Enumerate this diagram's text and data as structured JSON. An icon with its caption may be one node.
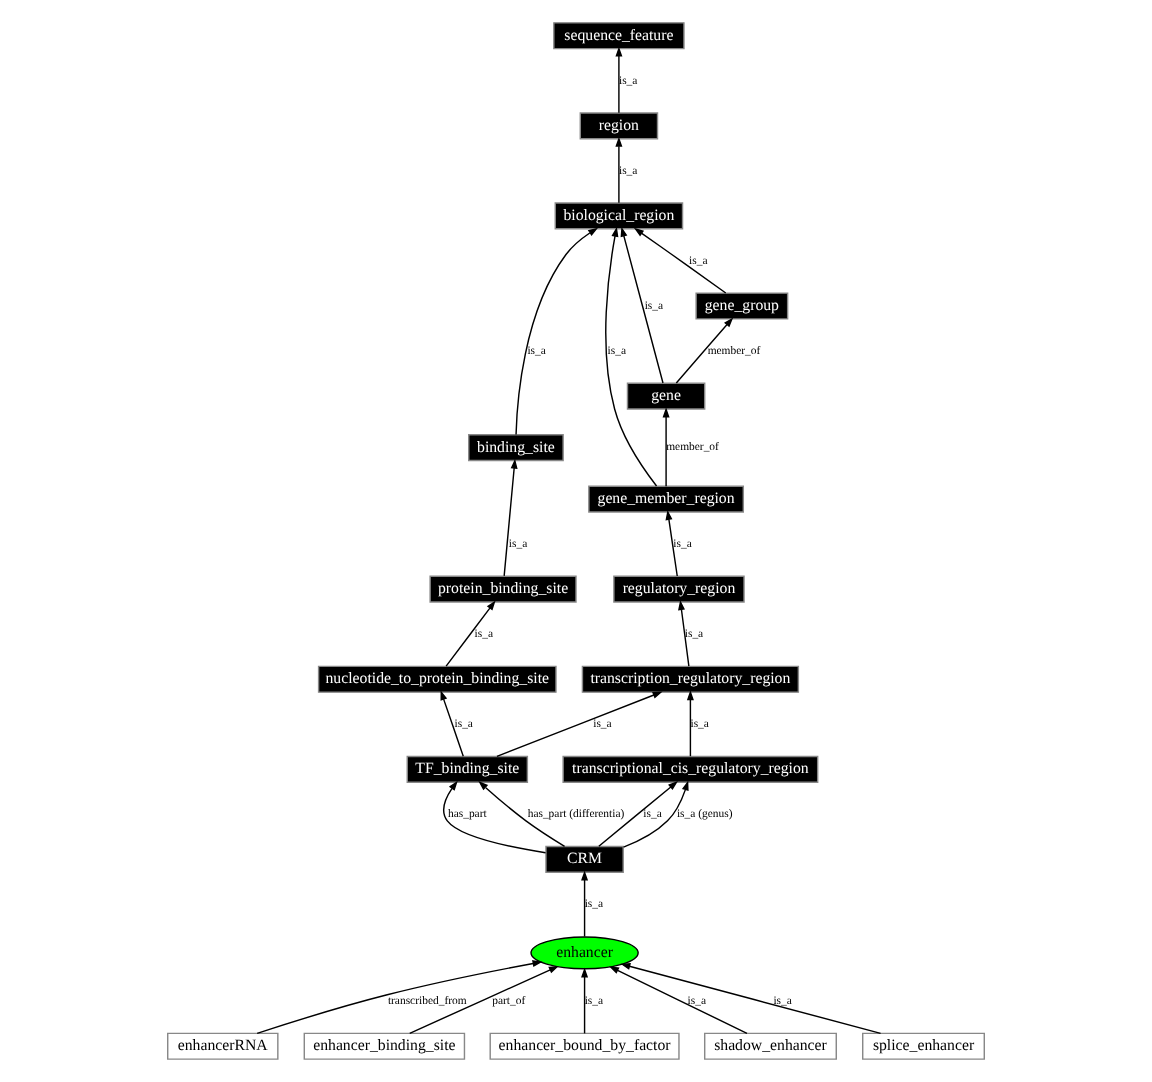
{
  "diagram": {
    "nodes": [
      {
        "text": [
          "sequence_feature"
        ]
      },
      {
        "text": [
          "region"
        ]
      },
      {
        "text": [
          "biological_region"
        ]
      },
      {
        "text": [
          "gene_group"
        ]
      },
      {
        "text": [
          "binding_site"
        ]
      },
      {
        "text": [
          "gene"
        ]
      },
      {
        "text": [
          "protein_binding_site"
        ]
      },
      {
        "text": [
          "gene_member_region"
        ]
      },
      {
        "text": [
          "nucleotide_to_protein_binding_site"
        ]
      },
      {
        "text": [
          "regulatory_region"
        ]
      },
      {
        "text": [
          "transcription_regulatory_region"
        ]
      },
      {
        "text": [
          "TF_binding_site"
        ]
      },
      {
        "text": [
          "transcriptional_cis_regulatory_region"
        ]
      },
      {
        "text": [
          "CRM"
        ]
      },
      {
        "text": [
          "enhancer"
        ]
      },
      {
        "text": [
          "enhancerRNA"
        ]
      },
      {
        "text": [
          "enhancer_binding_site"
        ]
      },
      {
        "text": [
          "enhancer_bound_by_factor"
        ]
      },
      {
        "text": [
          "shadow_enhancer"
        ]
      },
      {
        "text": [
          "splice_enhancer"
        ]
      }
    ],
    "edges": [
      {
        "from": 1,
        "to": 0,
        "arrow": "to",
        "label": "is_a"
      },
      {
        "from": 2,
        "to": 1,
        "arrow": "to",
        "label": "is_a"
      },
      {
        "from": 4,
        "to": 2,
        "arrow": "to",
        "label": "is_a"
      },
      {
        "from": 5,
        "to": 2,
        "arrow": "to",
        "label": "is_a"
      },
      {
        "from": 3,
        "to": 2,
        "arrow": "to",
        "label": "is_a"
      },
      {
        "from": 7,
        "to": 2,
        "arrow": "to",
        "label": "is_a"
      },
      {
        "from": 5,
        "to": 3,
        "arrow": "to",
        "label": "member_of"
      },
      {
        "from": 7,
        "to": 5,
        "arrow": "to",
        "label": "member_of"
      },
      {
        "from": 6,
        "to": 4,
        "arrow": "to",
        "label": "is_a"
      },
      {
        "from": 8,
        "to": 6,
        "arrow": "to",
        "label": "is_a"
      },
      {
        "from": 11,
        "to": 8,
        "arrow": "to",
        "label": "is_a"
      },
      {
        "from": 9,
        "to": 7,
        "arrow": "to",
        "label": "is_a"
      },
      {
        "from": 10,
        "to": 9,
        "arrow": "to",
        "label": "is_a"
      },
      {
        "from": 11,
        "to": 10,
        "arrow": "to",
        "label": "is_a"
      },
      {
        "from": 12,
        "to": 10,
        "arrow": "to",
        "label": "is_a"
      },
      {
        "from": 13,
        "to": 11,
        "arrow": "to",
        "label": "has_part"
      },
      {
        "from": 13,
        "to": 11,
        "arrow": "to",
        "label": "has_part (differentia)"
      },
      {
        "from": 13,
        "to": 12,
        "arrow": "to",
        "label": "is_a"
      },
      {
        "from": 13,
        "to": 12,
        "arrow": "to",
        "label": "is_a (genus)"
      },
      {
        "from": 14,
        "to": 13,
        "arrow": "to",
        "label": "is_a"
      },
      {
        "from": 15,
        "to": 14,
        "arrow": "to",
        "label": "transcribed_from"
      },
      {
        "from": 16,
        "to": 14,
        "arrow": "to",
        "label": "part_of"
      },
      {
        "from": 17,
        "to": 14,
        "arrow": "to",
        "label": "is_a"
      },
      {
        "from": 18,
        "to": 14,
        "arrow": "to",
        "label": "is_a"
      },
      {
        "from": 19,
        "to": 14,
        "arrow": "to",
        "label": "is_a"
      }
    ]
  }
}
